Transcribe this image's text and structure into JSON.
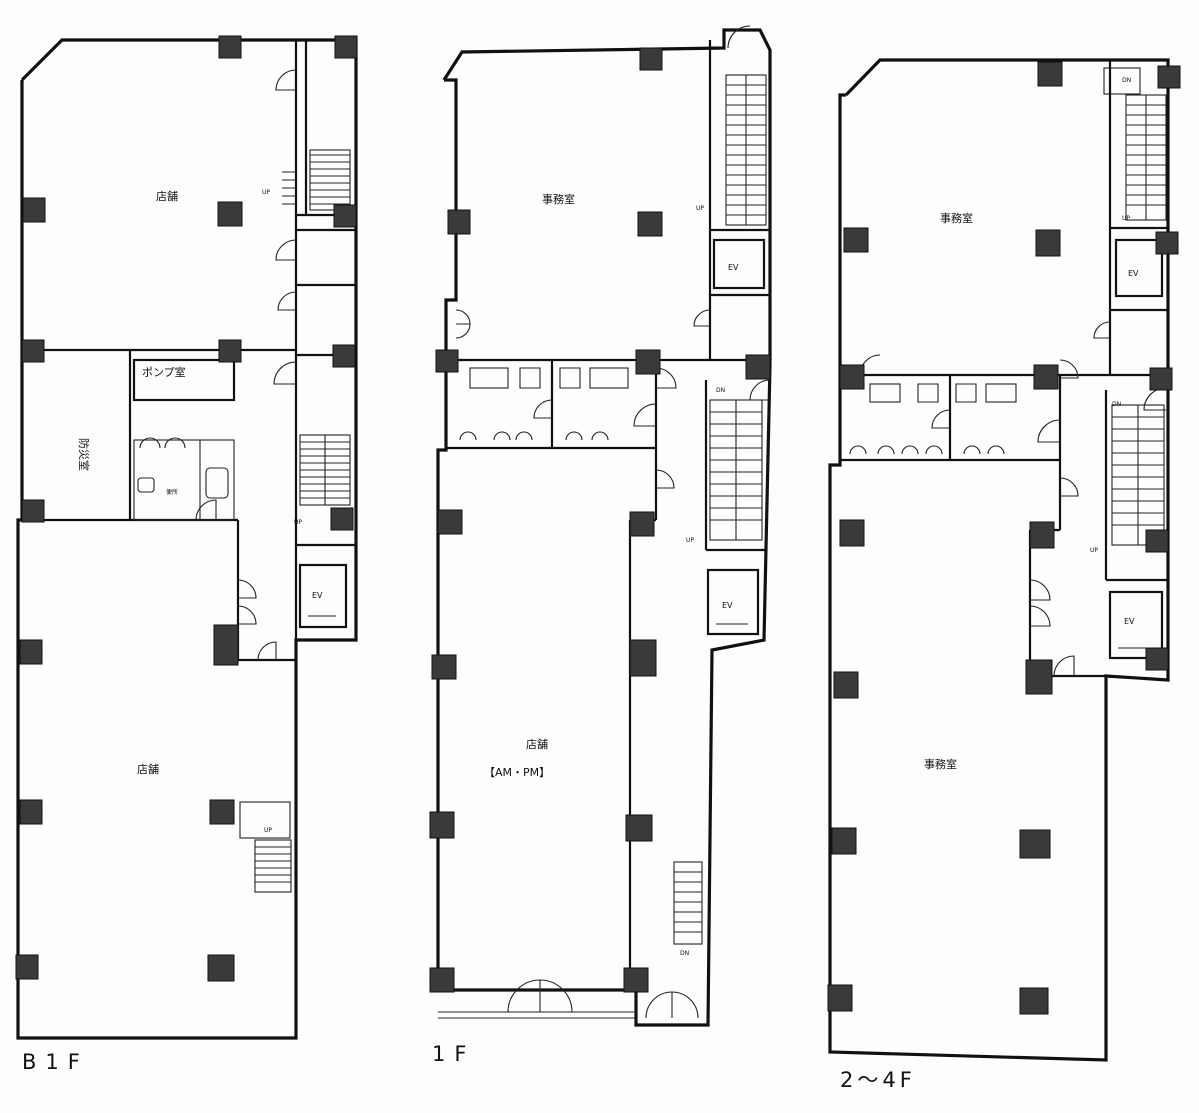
{
  "plans": {
    "b1": {
      "floor_label": "B1F",
      "shop_top": "店舗",
      "shop_bottom": "店舗",
      "pump_room": "ポンプ室",
      "side_room": "防災室",
      "wc_small": "便所",
      "up_top": "UP",
      "up_stair": "UP",
      "up_inner": "UP",
      "ev": "EV"
    },
    "f1": {
      "floor_label": "1F",
      "office": "事務室",
      "shop": "店舗",
      "shop_hours": "【AM・PM】",
      "up_top": "UP",
      "dn_mid": "DN",
      "up_mid": "UP",
      "dn_bottom": "DN",
      "ev_top": "EV",
      "ev_mid": "EV"
    },
    "f2_4": {
      "floor_label": "2～4F",
      "office_top": "事務室",
      "office_bottom": "事務室",
      "dn_top": "DN",
      "up_top": "UP",
      "dn_mid": "DN",
      "up_mid": "UP",
      "ev_top": "EV",
      "ev_mid": "EV"
    }
  }
}
